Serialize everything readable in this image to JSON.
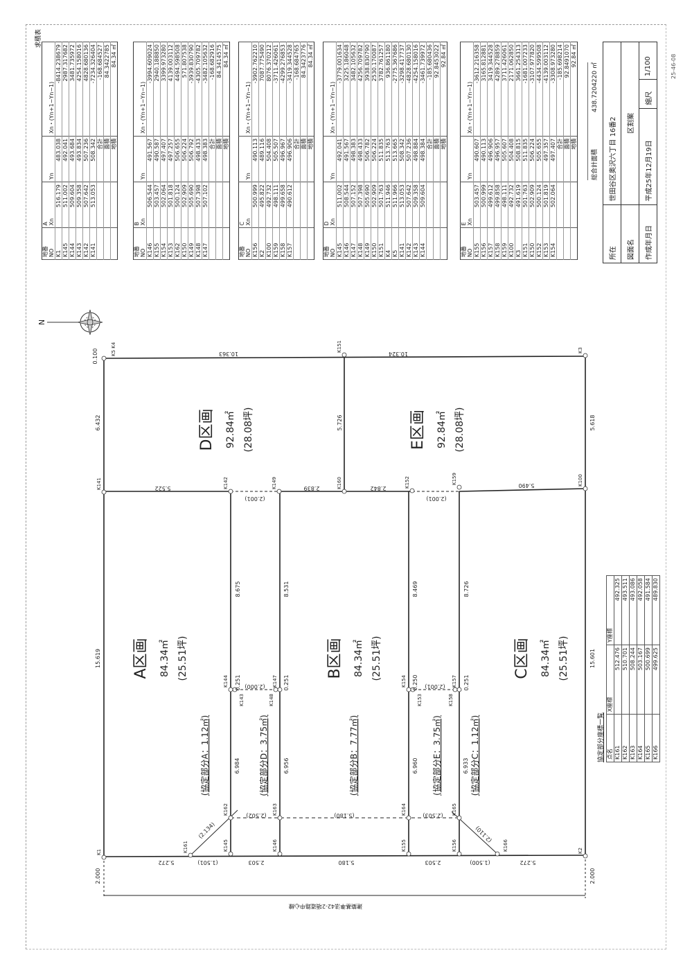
{
  "quadrature": {
    "title": "求積表",
    "headers": {
      "parcel": "地番",
      "no": "NO",
      "xn": "Xn",
      "yn": "Yn",
      "calc": "Xn・(Yn+1−Yn−1)"
    },
    "labels": {
      "sum": "合計",
      "double_area": "面積",
      "area": "地積",
      "unit": "㎡"
    },
    "tables": [
      {
        "name": "A",
        "rows": [
          [
            "K1",
            "516.179",
            "483.038",
            "-8414.238679"
          ],
          [
            "K145",
            "511.002",
            "492.041",
            "2987.317682"
          ],
          [
            "K144",
            "509.604",
            "493.684",
            "3481.735972"
          ],
          [
            "K143",
            "509.358",
            "493.834",
            "4254.158016"
          ],
          [
            "K142",
            "507.642",
            "507.236",
            "4828.680136"
          ],
          [
            "K141",
            "513.053",
            "508.342",
            "-7234.326404"
          ]
        ],
        "sum": "-168.684527",
        "double_area": "84.3422785",
        "area": "84.34"
      },
      {
        "name": "B",
        "rows": [
          [
            "K146",
            "506.544",
            "491.567",
            "-3994.609024"
          ],
          [
            "K155",
            "503.457",
            "490.587",
            "2940.188850"
          ],
          [
            "K154",
            "502.064",
            "497.407",
            "3399.973280"
          ],
          [
            "K153",
            "501.818",
            "497.257",
            "4139.003112"
          ],
          [
            "K162",
            "500.124",
            "506.655",
            "4494.598508"
          ],
          [
            "K150",
            "502.909",
            "506.224",
            "571.807538"
          ],
          [
            "K149",
            "505.690",
            "506.792",
            "-3939.830790"
          ],
          [
            "K148",
            "507.398",
            "498.433",
            "-4305.709782"
          ],
          [
            "K147",
            "507.102",
            "498.383",
            "-3482.105632"
          ]
        ],
        "sum": "-168.682916",
        "double_area": "84.3414575",
        "area": "84.34"
      },
      {
        "name": "C",
        "rows": [
          [
            "K156",
            "500.999",
            "490.113",
            "-3902.762210"
          ],
          [
            "K2",
            "495.822",
            "489.116",
            "7087.775490"
          ],
          [
            "K100",
            "492.732",
            "504.408",
            "8076.370212"
          ],
          [
            "K159",
            "498.111",
            "505.507",
            "-3711.426061"
          ],
          [
            "K158",
            "499.658",
            "496.967",
            "-4299.276853"
          ],
          [
            "K157",
            "490.612",
            "496.906",
            "-3419.344528"
          ]
        ],
        "sum": "-168.684765",
        "double_area": "84.3423776",
        "area": "84.34"
      },
      {
        "name": "D",
        "rows": [
          [
            "K145",
            "511.002",
            "492.041",
            "-3779.001634"
          ],
          [
            "K146",
            "508.544",
            "491.567",
            "3225.186048"
          ],
          [
            "K147",
            "507.152",
            "498.383",
            "3482.105632"
          ],
          [
            "K148",
            "507.398",
            "498.433",
            "4256.709782"
          ],
          [
            "K149",
            "505.690",
            "506.782",
            "3938.830790"
          ],
          [
            "K150",
            "502.909",
            "506.224",
            "2530.170087"
          ],
          [
            "K151",
            "501.763",
            "511.835",
            "3782.761257"
          ],
          [
            "K4",
            "511.946",
            "513.763",
            "936.861180"
          ],
          [
            "K5",
            "511.966",
            "513.665",
            "-2775.367686"
          ],
          [
            "K141",
            "513.053",
            "508.342",
            "-3298.417737"
          ],
          [
            "K142",
            "507.642",
            "507.236",
            "-4828.680130"
          ],
          [
            "K143",
            "509.358",
            "498.884",
            "-4254.158016"
          ],
          [
            "K144",
            "509.604",
            "498.384",
            "-3461.739972"
          ]
        ],
        "sum": "-185.680436",
        "double_area": "92.8453022",
        "area": "92.84"
      },
      {
        "name": "E",
        "rows": [
          [
            "K155",
            "503.457",
            "490.607",
            "-3612.216358"
          ],
          [
            "K156",
            "500.999",
            "490.113",
            "3165.812881"
          ],
          [
            "K157",
            "499.612",
            "496.906",
            "3419.344528"
          ],
          [
            "K158",
            "499.858",
            "496.957",
            "4289.278859"
          ],
          [
            "K159",
            "498.111",
            "505.607",
            "3711.426061"
          ],
          [
            "K100",
            "492.732",
            "504.408",
            "2171.062850"
          ],
          [
            "K3",
            "491.619",
            "508.815",
            "3661.254313"
          ],
          [
            "K151",
            "501.763",
            "511.835",
            "-1681.007233"
          ],
          [
            "K150",
            "502.909",
            "506.224",
            "-3107.977820"
          ],
          [
            "K152",
            "500.124",
            "505.655",
            "-4434.599508"
          ],
          [
            "K153",
            "501.819",
            "497.357",
            "-4139.003112"
          ],
          [
            "K154",
            "502.064",
            "497.407",
            "-3308.973280"
          ]
        ],
        "sum": "-185.698214",
        "double_area": "92.8491070",
        "area": "92.84"
      }
    ],
    "grand_total_label": "総合計面積",
    "grand_total": "438.7204220",
    "grand_total_unit": "㎡"
  },
  "title_block": {
    "location_label": "所在",
    "location": "世田谷区奥沢六丁目 16番2",
    "drawing_label": "図面名",
    "drawing": "区割案",
    "date_label": "作成年月日",
    "date": "平成25年12月19日",
    "scale_label": "縮尺",
    "scale": "1/100",
    "doc_no": "25-46-08"
  },
  "compass": {
    "north": "N"
  },
  "lots": [
    {
      "name": "A区画",
      "area": "84.34㎡",
      "tsubo": "(25.51坪)"
    },
    {
      "name": "B区画",
      "area": "84.34㎡",
      "tsubo": "(25.51坪)"
    },
    {
      "name": "C区画",
      "area": "84.34㎡",
      "tsubo": "(25.51坪)"
    },
    {
      "name": "D区画",
      "area": "92.84㎡",
      "tsubo": "(28.08坪)"
    },
    {
      "name": "E区画",
      "area": "92.84㎡",
      "tsubo": "(28.08坪)"
    }
  ],
  "agreement_parts": [
    "(協定部分A：1.12㎡)",
    "(協定部分D：3.75㎡)",
    "(協定部分B：7.77㎡)",
    "(協定部分E：3.75㎡)",
    "(協定部分C：1.12㎡)"
  ],
  "points": [
    "K1",
    "K141",
    "K5 K4",
    "K151",
    "K3",
    "K100",
    "K2",
    "K142",
    "K149",
    "K160",
    "K152",
    "K159",
    "K144",
    "K143",
    "K148",
    "K147",
    "K154",
    "K153",
    "K158",
    "K157",
    "K162",
    "K163",
    "K164",
    "K165",
    "K145",
    "K146",
    "K155",
    "K156",
    "K161",
    "K166"
  ],
  "dimensions": [
    "15.619",
    "6.432",
    "0.100",
    "2.000",
    "15.601",
    "5.618",
    "2.000",
    "10.363",
    "10.324",
    "5.522",
    "2.839",
    "2.842",
    "(2.001)",
    "(2.001)",
    "5.490",
    "5.726",
    "8.675",
    "8.531",
    "8.469",
    "8.726",
    "0.251",
    "0.251",
    "0.250",
    "0.251",
    "(2.000)",
    "(2.001)",
    "6.984",
    "6.956",
    "6.960",
    "6.933",
    "5.272",
    "(1.501)",
    "2.503",
    "5.180",
    "2.503",
    "(1.500)",
    "5.272",
    "(2.502)",
    "(5.180)",
    "(2.503)",
    "(2.134)",
    "(2.110)"
  ],
  "road_label": "建築基準法42-2項道路中心線",
  "coord_table": {
    "title": "協定部分座標一覧",
    "headers": [
      "点名",
      "X座標",
      "Y座標"
    ],
    "rows": [
      [
        "K161",
        "512.476",
        "492.325"
      ],
      [
        "K162",
        "510.701",
        "493.511"
      ],
      [
        "K163",
        "508.244",
        "493.086"
      ],
      [
        "K164",
        "503.167",
        "492.058"
      ],
      [
        "K165",
        "500.699",
        "491.584"
      ],
      [
        "K166",
        "499.625",
        "489.830"
      ]
    ]
  }
}
